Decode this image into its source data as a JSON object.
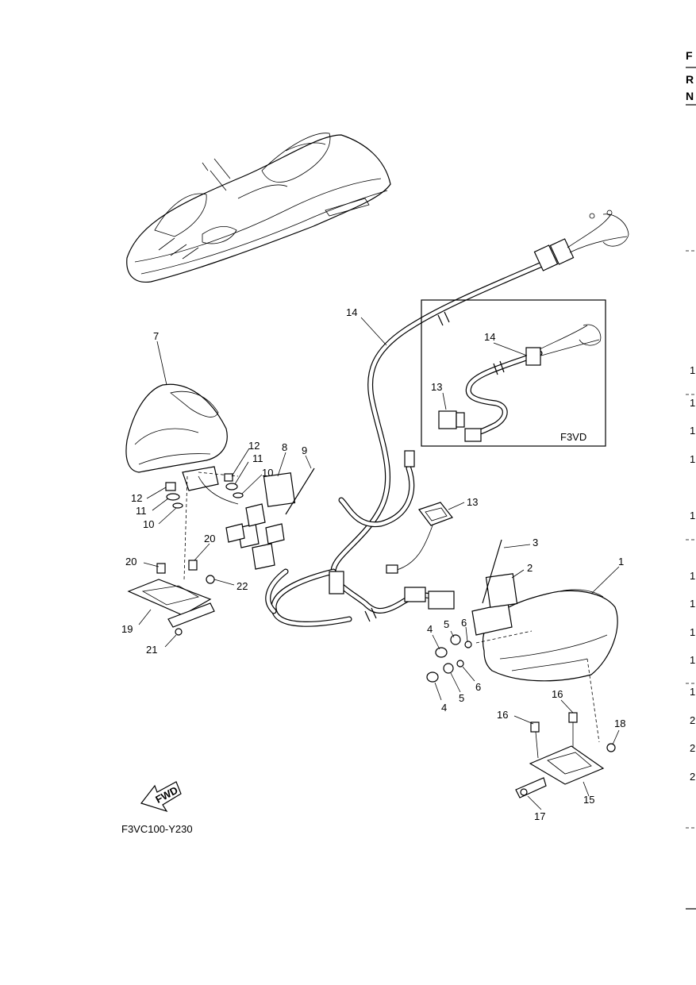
{
  "page_edge": {
    "f": "F",
    "r": "R",
    "n": "N"
  },
  "diagram_code": "F3VC100-Y230",
  "inset": {
    "label": "F3VD"
  },
  "fwd_label": "FWD",
  "callouts": [
    {
      "id": "c1",
      "text": "1"
    },
    {
      "id": "c2",
      "text": "2"
    },
    {
      "id": "c3",
      "text": "3"
    },
    {
      "id": "c4a",
      "text": "4"
    },
    {
      "id": "c4b",
      "text": "4"
    },
    {
      "id": "c5a",
      "text": "5"
    },
    {
      "id": "c5b",
      "text": "5"
    },
    {
      "id": "c6a",
      "text": "6"
    },
    {
      "id": "c6b",
      "text": "6"
    },
    {
      "id": "c7",
      "text": "7"
    },
    {
      "id": "c8",
      "text": "8"
    },
    {
      "id": "c9",
      "text": "9"
    },
    {
      "id": "c10a",
      "text": "10"
    },
    {
      "id": "c10b",
      "text": "10"
    },
    {
      "id": "c11a",
      "text": "11"
    },
    {
      "id": "c11b",
      "text": "11"
    },
    {
      "id": "c12a",
      "text": "12"
    },
    {
      "id": "c12b",
      "text": "12"
    },
    {
      "id": "c13a",
      "text": "13"
    },
    {
      "id": "c13b",
      "text": "13"
    },
    {
      "id": "c14a",
      "text": "14"
    },
    {
      "id": "c14b",
      "text": "14"
    },
    {
      "id": "c15",
      "text": "15"
    },
    {
      "id": "c16a",
      "text": "16"
    },
    {
      "id": "c16b",
      "text": "16"
    },
    {
      "id": "c17",
      "text": "17"
    },
    {
      "id": "c18",
      "text": "18"
    },
    {
      "id": "c19",
      "text": "19"
    },
    {
      "id": "c20a",
      "text": "20"
    },
    {
      "id": "c20b",
      "text": "20"
    },
    {
      "id": "c21",
      "text": "21"
    },
    {
      "id": "c22",
      "text": "22"
    }
  ],
  "right_margin": [
    "1",
    "1",
    "1",
    "1",
    "1",
    "1",
    "1",
    "1",
    "1",
    "1",
    "2",
    "2",
    "2"
  ]
}
